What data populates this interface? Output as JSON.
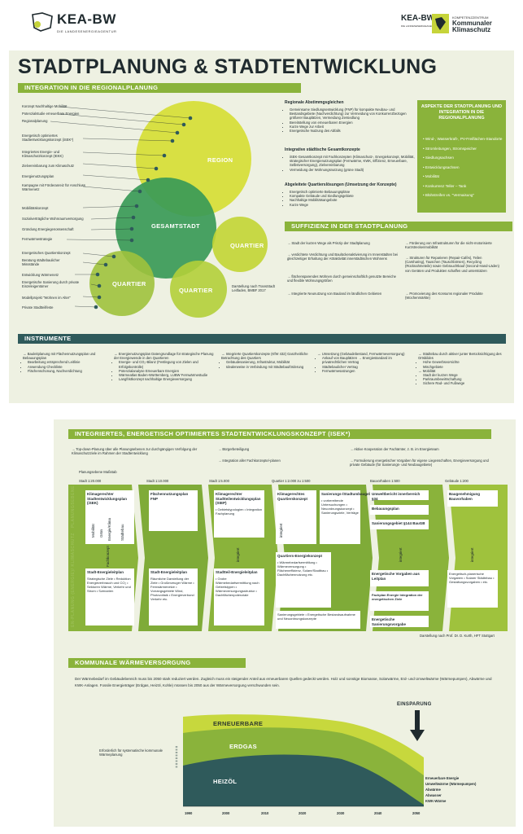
{
  "header": {
    "kea_name": "KEA-BW",
    "kea_sub": "DIE LANDESENERGIEAGENTUR",
    "kea2_name": "KEA-BW",
    "kea2_sub": "DIE LANDESENERGIEAGENTUR",
    "kk_title": "KOMPETENZZENTRUM",
    "kk_line1": "Kommunaler",
    "kk_line2": "Klimaschutz"
  },
  "title": "STADTPLANUNG & STADTENTWICKLUNG",
  "section1": {
    "bar": "INTEGRATION IN DIE REGIONALPLANUNG",
    "left_labels": [
      "Konzept Nachhaltige Mobilität",
      "Potenzialstudie erneuerbare Energien",
      "Regionalplanung",
      "Energetisch optimiertes Stadtentwicklungskonzept (iSEK*)",
      "Integriertes Energie- und Klimaschutzkonzept (IEKK)",
      "Zielvereinbarung zum Klimaschutz",
      "Energienutzungsplan",
      "Kampagne mit Förderanreiz für Anschluss Wärmenetz",
      "Mobilitätskonzept",
      "Sozialverträgliche Wohnraumversorgung",
      "Gründung Energiegenossenschaft",
      "Fernwärmestrategie",
      "Energetisches Quartierskonzept",
      "Beratung städtebaulicher Missstände",
      "Entwicklung Wärmenetz",
      "Energetische Sanierung durch private Einzeleigentümer",
      "Modellprojekt \"Wohnen im Alter\"",
      "Private Stadtteilfeste"
    ],
    "circles": {
      "region": "REGION",
      "gesamtstadt": "GESAMTSTADT",
      "quartier_right": "QUARTIER",
      "quartier_left": "QUARTIER",
      "quartier_bottom": "QUARTIER"
    },
    "note": "Darstellung nach TransStadt Leitfaden, BMBF 2017",
    "regional": {
      "head": "Regionale Abstimmgsgleichen",
      "items": [
        "Gemeinsame Siedlungsentwicklung (FNP) für kompakte Neubau- und Bestandsgebiete (Nachverdichtung) zur Vermeidung von Konkurrenzbezügen größerer Bauplätzen, Vermeidung Zersiedlung",
        "Bereitstellung von erneuerbaren Energien",
        "Kurze Wege zur Arbeit",
        "Energetische Nutzung des Abfalls"
      ]
    },
    "integrative": {
      "head": "Integrative städtische Gesamtkonzepte",
      "items": [
        "iSEK-Gesamtkonzept mit Fachkonzepten (Klimaschutz-, Energiekonzept, Mobilität, strategischer Energienutzungsplan (Fernwärme, KWK, Effizienz, Erneuerbare, Selbstversorgung), Zielvereinbarung",
        "Vermeidung der Wohnungsnutzung (grüne Stadt)"
      ]
    },
    "abgeleitete": {
      "head": "Abgeleitete Quartierslösungen (Umsetzung der Konzepte)",
      "items": [
        "Energetisch optimierte Bebauungspläne",
        "Kompakte Gebäude und Siedlungsgebiete",
        "Nachhaltige Mobilitätsangebote",
        "Kurze Wege"
      ]
    },
    "aspects": {
      "title": "ASPEKTE DER STADTPLANUNG UND INTEGRATION IN DIE REGIONALPLANUNG",
      "items": [
        "Wind-, Wasserkraft-, PV-Freiflächen-Standorte",
        "Stromleitungen, Stromspeicher",
        "Siedlungsachsen",
        "Entwicklungsachsen",
        "Mobilität",
        "Konkurrenz Teller – Tank",
        "Blühstreifen vs. \"Vermaisung\""
      ]
    }
  },
  "suffizienz": {
    "bar": "SUFFIZIENZ IN DER STADTPLANUNG",
    "left": [
      "Stadt der kurzen Wege als Prinzip der Stadtplanung",
      "verdichtete Verdichtung und Baulückenaktivierung im Innenstädten bei gleichzeitiger Erhaltung der Attraktivität innerstädtischen Wohnens",
      "flächensparendes Wohnen durch gemeinschaftlich genutzte Bereiche und flexible Wohnungsgrößen",
      "Integrierte Neunutzung von Bauland im ländlichen Gebieten"
    ],
    "right": [
      "Förderung von Infrastrukturen für die nicht-motorisierte Kurzstreckenmobilität",
      "Strukturen für Reparieren (Repair-Cafés), Teilen (Carsharing), Tauschen (Tauschbörsen), Recycling (Rücknahmeteile) sowie Gebrauchtkauf (Second-Hand-Läden) von Geräten und Produkten schaffen und unterstützen",
      "Promovierung des Konsums regionaler Produkte (Wochenmärkte)"
    ]
  },
  "instrumente": {
    "bar": "INSTRUMENTE",
    "cols": [
      {
        "head": "Bauleitplanung mit Flächennutzungsplan und Bebauungsplan",
        "items": [
          "Bearbeitung entsprechend Leitlinie",
          "Anwendung Checkliste",
          "Flächenschonung, Nachverdichtung"
        ]
      },
      {
        "head": "Energienutzungsplan Datengrundlage für strategische Planung der Energiewende in den Quartieren",
        "items": [
          "Energie- und CO₂-Bilanz (Festlegung von Zielen und Erfolgskontrolle)",
          "Potenzialanalyse Erneuerbare Energien",
          "Wärmeatlas Baden-Württemberg, LUBW Fernwärmestudie",
          "Langfristkonzept nachhaltige Energieversorgung"
        ]
      },
      {
        "head": "Integrierte Quartierskonzepte (KfW 432) Ganzheitliche Betrachtung des Quartiers",
        "items": [
          "Gebäudesanierung, Infrastruktur, Mobilität",
          "Idealerweise in Verbindung mit Städtebauförderung"
        ]
      },
      {
        "head": "Umsetzung (Gebäudebestand, Fernwärmeversorgung)",
        "items": [
          "Ankauf von Bauplätzen → Energiestandard im privatrechtlichen Vertrag",
          "Städtebaulicher Vertrag",
          "Fernwärmesatzungen"
        ]
      },
      {
        "head": "Städtebau durch aktiver junter Berücksichtigung des Ortsbildes",
        "items": [
          "Hohe Gewerbsvorsichte",
          "Mischgebiete"
        ],
        "head2": "Mobilität",
        "items2": [
          "Stadt der kurzen Wege",
          "Parkraumbewirtschaftung",
          "Sichere Rad- und Fußwege"
        ]
      }
    ]
  },
  "isek": {
    "bar": "INTEGRIERTES, ENERGETISCH OPTIMIERTES STADTENTWICKLUNGSKONZEPT (ISEK*)",
    "top_items": [
      "Top-down-Planung über alle Planungsebenen zur durchgängigen Verfolgung der Klimaschutzziele im Rahmen der Stadtentwicklung",
      "Bürgerbeteiligung",
      "Integration aller Fachkonzepte/-planen",
      "Aktive Kooperation der Fachämter, z. B. im Energieteam",
      "Formulierung energetischer Vorgaben für eigene Liegenschaften, Energieversorgung und private Gebäude (für Sanierungs- und Neubaugebiete)"
    ],
    "masstab_label": "Planungsebene Maßstab",
    "stages": [
      "Stadt 1:20.000",
      "Stadt 1:10.000",
      "Stadt 1:5.000",
      "Quartier 1:2.000 zu 1:500",
      "Bauvorhaben 1:500",
      "Gebäude 1:200"
    ],
    "side_top": "PLANUNGSEBENE",
    "side_bottom": "EN-PLANUNG (ENERGIE)/ KLIMASCHUTZ",
    "col1_top": "Klimagerechter Stadtentwicklungsplan (iSEK)",
    "col1_vert": [
      "Mobilität",
      "Grün",
      "Energie/Klima",
      "Städtebau"
    ],
    "col1_vert_b": "Fachkonzept",
    "col1_bottom_title": "Stadt-Energieleitplan",
    "col1_bottom": "Strategische Ziele • Reduktion Energieverbrauch und CO₂ • Sektoren Wärme, Verkehr und Strom • Szenarien",
    "col2_top": "Flächennutzungsplan FNP",
    "col2_bottom_title": "Stadt-Energieleitplan",
    "col2_bottom": "Räumliche Darstellung der Ziele • Großerzeuger Wärme • Fernwärmenetze • Vorrangsgebiete Wind, Photovoltaik • Energieverbund Verkehr etc.",
    "col3_top": "Klimagerechter Stadtteilentwicklungsplan (StEP)",
    "col3_top_items": "• Gebietstypologien • Integration Fachplanung",
    "col3_vert": "integriert",
    "col3_bottom_title": "Stadtteil-Energieleitplan",
    "col3_bottom": "• Grobe Wärmebedarfsermittlung nach Gebietstypen • Wärmeversorgungsstruktur • Dachflächenpotenziale",
    "col4_top": "Klimagerechtes Quartierskonzept",
    "col4_top_b": "Sanierungs-/Stadtumbaugebiete",
    "col4_top_b_items": "• vorbereitende Untersuchungen • Neuordnungskonzept • Sanierungsziele, Verträge",
    "col4_vert": "integriert",
    "col4_bottom_title": "Quartiers-Energiekonzept",
    "col4_bottom": "• Wärmebedarfsermittlung • Wärmeversorgung • Flächeneffizienz, Solare/Stadtbau • Dachflächennutzung etc.",
    "col4_extra": "Sanierungsgebiete • Energetische Bestandsaufnahme und Neuordnungskonzepte",
    "col5_items": [
      "Umweltbericht innerbereich §34",
      "Bebauungsplan",
      "Sanierungsgebiet §144 BauGB"
    ],
    "col5_vert": "integriert",
    "col5_b1": "Energetische Vorgaben aus Leitplan",
    "col5_b2": "Fachplan Energie Integration der energetischen Ziele",
    "col5_b3": "Energetische Sanierungsvorgabe",
    "col6_items": [
      "Baugenehmigung Bauvorhaben"
    ],
    "col6_vert": "integriert",
    "col6_b": "Energetisch-planerische Vorgaben • Solarer Städtebau • Gestaltungsvorgaben • etc.",
    "credit": "Darstellung nach Prof. Dr. D. Kurth, HFT Stuttgart"
  },
  "waerme": {
    "bar": "KOMMUNALE WÄRMEVERSORGUNG",
    "text": "Der Wärmebedarf im Gebäudebereich muss bis 2050 stark reduziert werden. Zugleich muss ein steigender Anteil aus erneuerbaren Quellen gedeckt werden. Holz und sonstige Biomasse, Solarwärme, Erd- und Umweltwärme (Wärmepumpen), Abwärme und KWK-Anlagen. Fossile Energieträger (Erdgas, Heizöl, Kohle) müssen bis 2050 aus der Wärmeversorgung verschwunden sein.",
    "einsparung": "EINSPARUNG",
    "erforderlich": "Erforderlich für systematische kommunale Wärmeplanung",
    "layers": [
      "ERNEUERBARE",
      "ERDGAS",
      "HEIZÖL"
    ],
    "legend": [
      "Erneuerbare Energie",
      "Umweltwärme (Wärmepumpen)",
      "Abwärme",
      "Abwasser",
      "KWK-Wärme"
    ],
    "years": [
      "1990",
      "2000",
      "2010",
      "2020",
      "2030",
      "2040",
      "2050"
    ]
  },
  "colors": {
    "green": "#8ab33b",
    "dark": "#2f5a5b",
    "yellow": "#d8e043",
    "mid": "#3a9a57",
    "panel": "#eef1e2"
  }
}
